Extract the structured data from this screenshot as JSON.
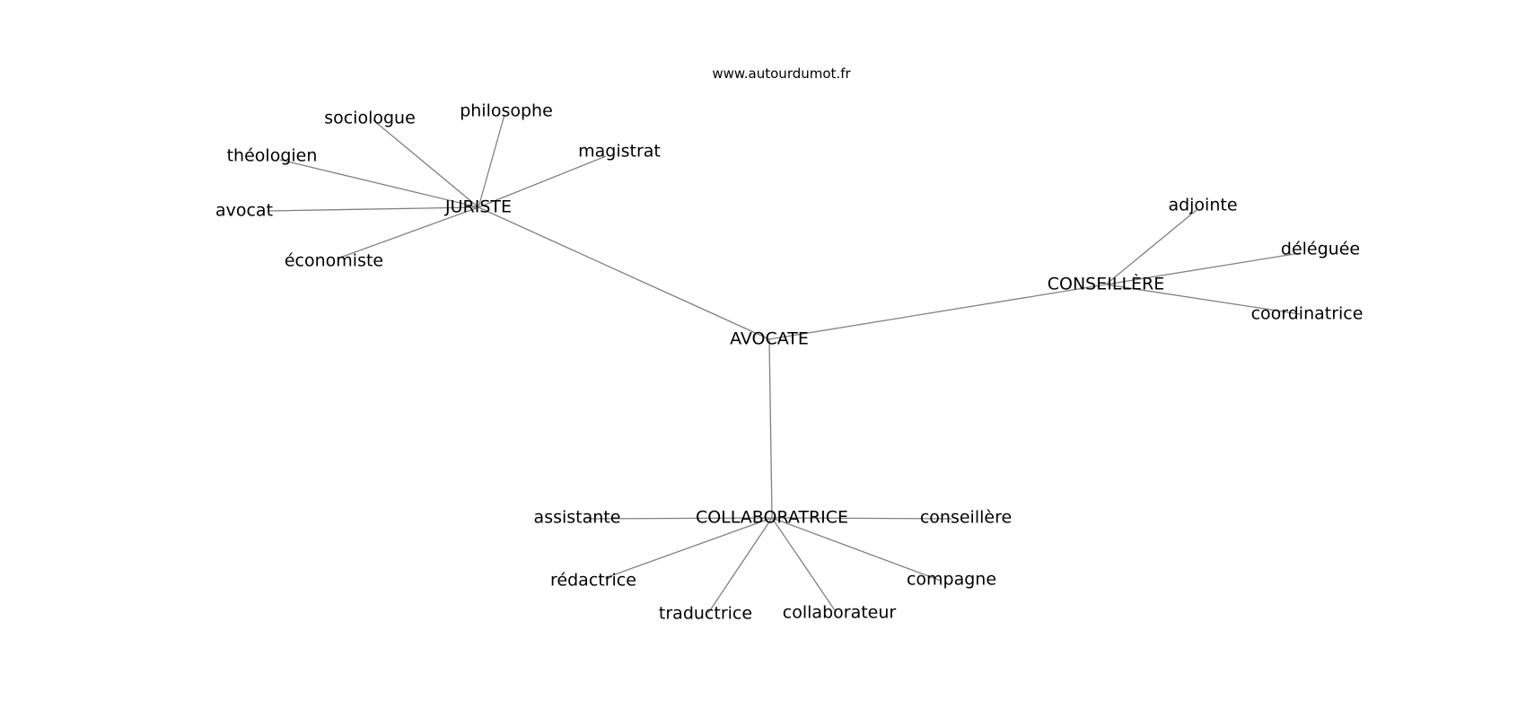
{
  "site_credit": "www.autourdumot.fr",
  "graph": {
    "center": "AVOCATE",
    "nodes": [
      {
        "id": "avocate",
        "label": "AVOCATE"
      },
      {
        "id": "juriste",
        "label": "JURISTE"
      },
      {
        "id": "conseillere-hub",
        "label": "CONSEILLÈRE"
      },
      {
        "id": "collaboratrice",
        "label": "COLLABORATRICE"
      },
      {
        "id": "sociologue",
        "label": "sociologue"
      },
      {
        "id": "philosophe",
        "label": "philosophe"
      },
      {
        "id": "magistrat",
        "label": "magistrat"
      },
      {
        "id": "theologien",
        "label": "théologien"
      },
      {
        "id": "avocat",
        "label": "avocat"
      },
      {
        "id": "economiste",
        "label": "économiste"
      },
      {
        "id": "adjointe",
        "label": "adjointe"
      },
      {
        "id": "deleguee",
        "label": "déléguée"
      },
      {
        "id": "coordinatrice",
        "label": "coordinatrice"
      },
      {
        "id": "assistante",
        "label": "assistante"
      },
      {
        "id": "conseillere-leaf",
        "label": "conseillère"
      },
      {
        "id": "redactrice",
        "label": "rédactrice"
      },
      {
        "id": "compagne",
        "label": "compagne"
      },
      {
        "id": "traductrice",
        "label": "traductrice"
      },
      {
        "id": "collaborateur",
        "label": "collaborateur"
      }
    ],
    "edges": [
      [
        "avocate",
        "juriste"
      ],
      [
        "avocate",
        "conseillere-hub"
      ],
      [
        "avocate",
        "collaboratrice"
      ],
      [
        "juriste",
        "sociologue"
      ],
      [
        "juriste",
        "philosophe"
      ],
      [
        "juriste",
        "magistrat"
      ],
      [
        "juriste",
        "theologien"
      ],
      [
        "juriste",
        "avocat"
      ],
      [
        "juriste",
        "economiste"
      ],
      [
        "conseillere-hub",
        "adjointe"
      ],
      [
        "conseillere-hub",
        "deleguee"
      ],
      [
        "conseillere-hub",
        "coordinatrice"
      ],
      [
        "collaboratrice",
        "assistante"
      ],
      [
        "collaboratrice",
        "conseillere-leaf"
      ],
      [
        "collaboratrice",
        "redactrice"
      ],
      [
        "collaboratrice",
        "compagne"
      ],
      [
        "collaboratrice",
        "traductrice"
      ],
      [
        "collaboratrice",
        "collaborateur"
      ]
    ]
  }
}
